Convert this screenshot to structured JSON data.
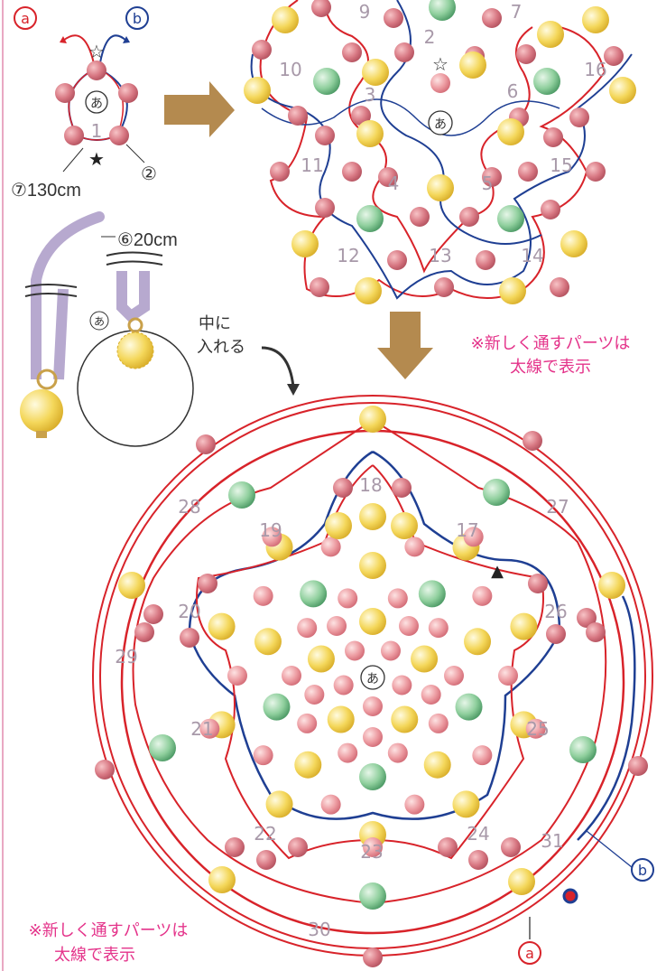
{
  "colors": {
    "thread_a": "#d8232a",
    "thread_b": "#1f3f93",
    "bead_pink": "#e98f95",
    "bead_red": "#d66a76",
    "bead_yellow": "#f2d44e",
    "bead_green": "#5fae7a",
    "ribbon": "#b7a9cf",
    "arrow": "#b48a4f",
    "note": "#e4338a",
    "number": "#a899a9"
  },
  "step1": {
    "label_a": "a",
    "label_b": "b",
    "star_open": "☆",
    "star_filled": "★",
    "center": "あ",
    "num1": "1",
    "thread_a_length": "⑦130cm",
    "bead_ref": "②"
  },
  "step2": {
    "ribbon_label": "⑥20cm",
    "center": "あ",
    "insert_text_line1": "中に",
    "insert_text_line2": "入れる"
  },
  "step3": {
    "center": "あ",
    "star": "☆",
    "numbers": [
      "9",
      "7",
      "2",
      "10",
      "3",
      "6",
      "16",
      "11",
      "4",
      "5",
      "15",
      "12",
      "13",
      "14"
    ]
  },
  "note": {
    "line1": "※新しく通すパーツは",
    "line2": "太線で表示"
  },
  "step4": {
    "center": "あ",
    "numbers": [
      "18",
      "28",
      "27",
      "19",
      "17",
      "20",
      "26",
      "29",
      "21",
      "25",
      "22",
      "24",
      "23",
      "31",
      "30"
    ],
    "triangle": "▲",
    "label_a": "a",
    "label_b": "b"
  }
}
